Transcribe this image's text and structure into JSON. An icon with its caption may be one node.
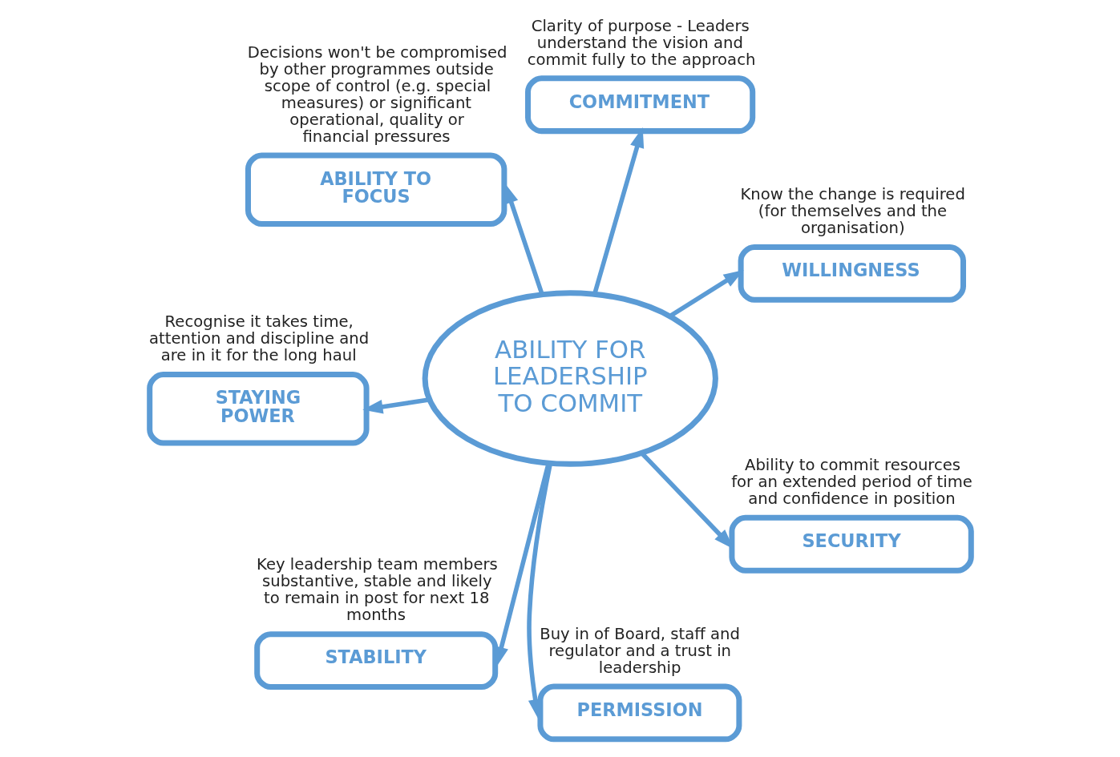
{
  "diagram": {
    "nodes": [
      {
        "text": [
          "ABILITY FOR LEADERSHIP TO COMMIT"
        ]
      },
      {
        "text": [
          "WILLINGNESS"
        ],
        "beside": [
          "Know the change is required (for themselves and the organisation)"
        ]
      },
      {
        "text": [
          "COMMITMENT"
        ],
        "beside": [
          "Clarity of purpose - Leaders understand the vision and commit fully to the approach"
        ]
      },
      {
        "text": [
          "ABILITY TO FOCUS"
        ],
        "beside": [
          "Decisions won't be compromised by other programmes outside scope of control (e.g. special measures) or significant operational, quality or financial pressures"
        ]
      },
      {
        "text": [
          "STAYING POWER"
        ],
        "beside": [
          "Recognise it takes time, attention and discipline and are in it for the long haul"
        ]
      },
      {
        "text": [
          "STABILITY"
        ],
        "beside": [
          "Key leadership team members substantive, stable and likely to remain in post for next 18 months"
        ]
      },
      {
        "text": [
          "PERMISSION"
        ],
        "beside": [
          "Buy in of Board, staff and regulator and a trust in leadership"
        ]
      },
      {
        "text": [
          "SECURITY"
        ],
        "beside": [
          "Ability to commit resources for an extended period of time and confidence in position"
        ]
      }
    ],
    "edges": [
      {
        "from": 0,
        "to": 1,
        "arrow": "to"
      },
      {
        "from": 0,
        "to": 2,
        "arrow": "to"
      },
      {
        "from": 0,
        "to": 3,
        "arrow": "to"
      },
      {
        "from": 0,
        "to": 4,
        "arrow": "to"
      },
      {
        "from": 0,
        "to": 5,
        "arrow": "to"
      },
      {
        "from": 0,
        "to": 6,
        "arrow": "to"
      },
      {
        "from": 0,
        "to": 7,
        "arrow": "to"
      }
    ]
  }
}
